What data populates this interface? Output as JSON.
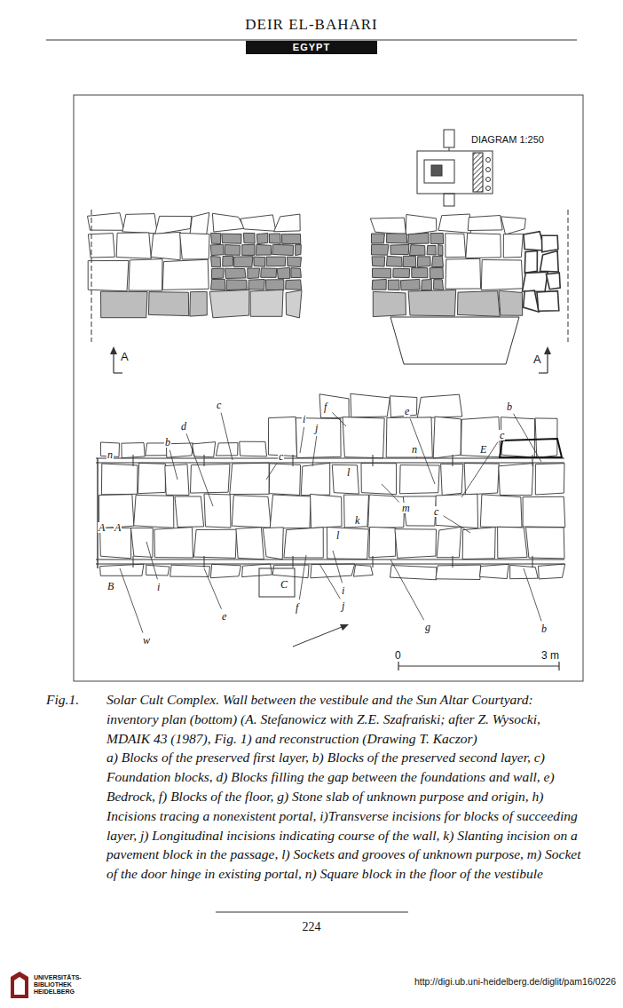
{
  "diagram": {
    "title": "DEIR EL-BAHARI",
    "caption": "Solar Cult Complex. Wall between the vestibule and the Sun Altar Courtyard: inventory plan (bottom) (A. Stefanowicz with Z.E. Szafrański; after Z. Wysocki, MDAIK 43 (1987), Fig. 1) and reconstruction (Drawing T. Kaczor)",
    "nodes": [
      {
        "text": [
          "EGYPT"
        ]
      }
    ],
    "labels": [
      "DIAGRAM 1:250",
      "A",
      "A",
      "c",
      "d",
      "b",
      "i",
      "j",
      "f",
      "e",
      "b",
      "c",
      "n",
      "E",
      "c",
      "n",
      "A",
      "A",
      "l",
      "m",
      "c",
      "k",
      "l",
      "B",
      "i",
      "C",
      "i",
      "j",
      "e",
      "f",
      "w",
      "g",
      "b",
      "0",
      "3 m",
      "Fig.1.",
      "a) Blocks of the preserved first layer, b) Blocks of the preserved second layer, c) Foundation blocks, d) Blocks filling the gap between the foundations and wall, e) Bedrock, f) Blocks of the floor, g) Stone slab of unknown purpose and origin, h) Incisions tracing a nonexistent portal, i)Transverse incisions for blocks of succeeding layer, j) Longitudinal incisions indicating course of the wall, k) Slanting incision on a pavement block in the passage, l) Sockets and grooves of unknown purpose, m) Socket of the door hinge in existing portal, n) Square block in the floor of the vestibule",
      "224",
      "UNIVERSITÄTS- BIBLIOTHEK HEIDELBERG",
      "http://digi.ub.uni-heidelberg.de/diglit/pam16/0226"
    ]
  }
}
